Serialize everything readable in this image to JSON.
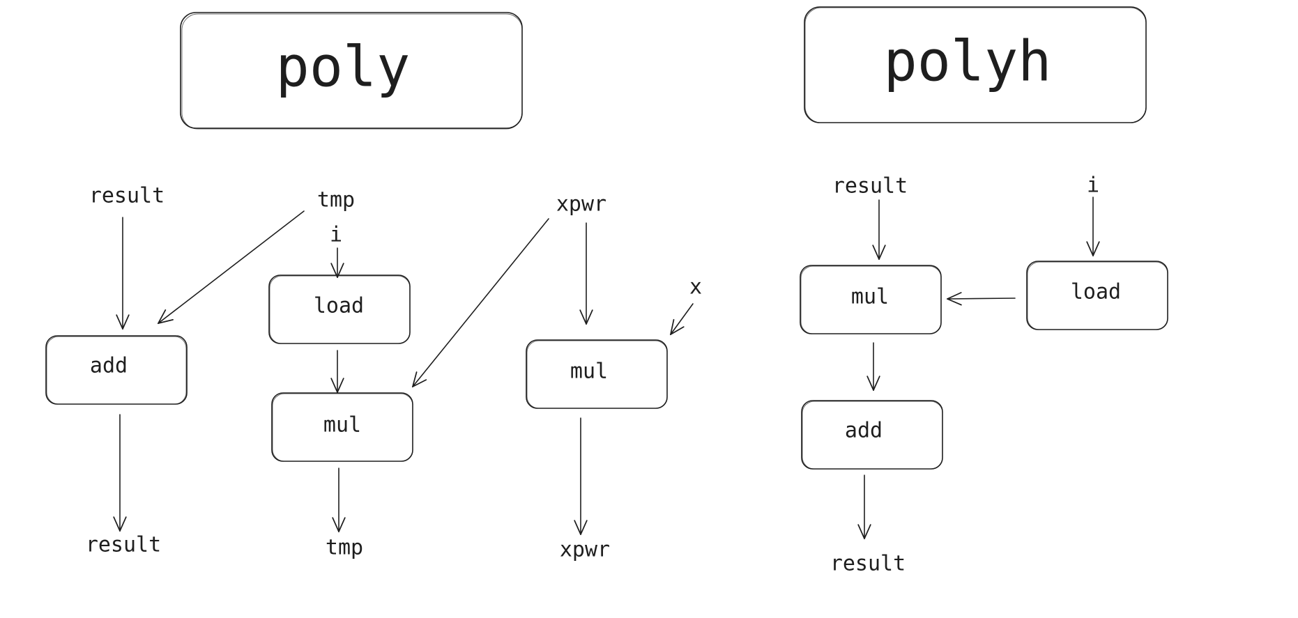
{
  "panels": {
    "poly": {
      "title": "poly",
      "nodes": {
        "add": "add",
        "load": "load",
        "mul_tmp": "mul",
        "mul_xpwr": "mul"
      },
      "vars": {
        "result_in": "result",
        "tmp_in": "tmp",
        "i_in": "i",
        "xpwr_in": "xpwr",
        "x_in": "x",
        "result_out": "result",
        "tmp_out": "tmp",
        "xpwr_out": "xpwr"
      }
    },
    "polyh": {
      "title": "polyh",
      "nodes": {
        "mul": "mul",
        "load": "load",
        "add": "add"
      },
      "vars": {
        "result_in": "result",
        "i_in": "i",
        "result_out": "result"
      }
    }
  }
}
